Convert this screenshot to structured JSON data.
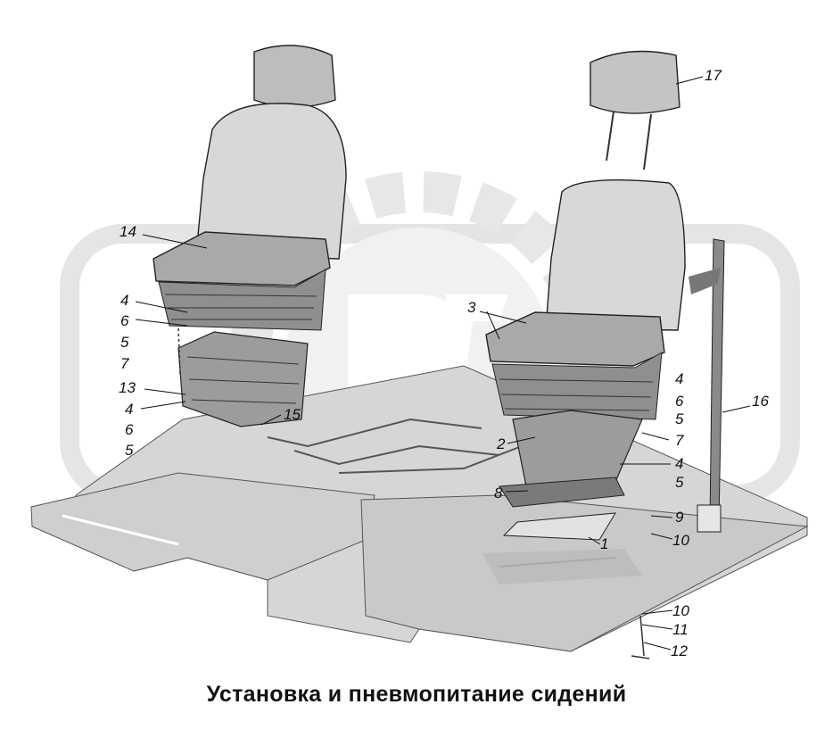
{
  "caption": "Установка и пневмопитание сидений",
  "callouts": [
    {
      "id": "c17",
      "text": "17"
    },
    {
      "id": "c14",
      "text": "14"
    },
    {
      "id": "c3",
      "text": "3"
    },
    {
      "id": "c4a",
      "text": "4"
    },
    {
      "id": "c6a",
      "text": "6"
    },
    {
      "id": "c5a",
      "text": "5"
    },
    {
      "id": "c7a",
      "text": "7"
    },
    {
      "id": "c13",
      "text": "13"
    },
    {
      "id": "c4b",
      "text": "4"
    },
    {
      "id": "c6b",
      "text": "6"
    },
    {
      "id": "c5b",
      "text": "5"
    },
    {
      "id": "c15",
      "text": "15"
    },
    {
      "id": "c2",
      "text": "2"
    },
    {
      "id": "c8",
      "text": "8"
    },
    {
      "id": "c1",
      "text": "1"
    },
    {
      "id": "c4c",
      "text": "4"
    },
    {
      "id": "c6c",
      "text": "6"
    },
    {
      "id": "c5c",
      "text": "5"
    },
    {
      "id": "c7c",
      "text": "7"
    },
    {
      "id": "c4d",
      "text": "4"
    },
    {
      "id": "c5d",
      "text": "5"
    },
    {
      "id": "c16",
      "text": "16"
    },
    {
      "id": "c9",
      "text": "9"
    },
    {
      "id": "c10a",
      "text": "10"
    },
    {
      "id": "c10b",
      "text": "10"
    },
    {
      "id": "c11",
      "text": "11"
    },
    {
      "id": "c12",
      "text": "12"
    }
  ]
}
